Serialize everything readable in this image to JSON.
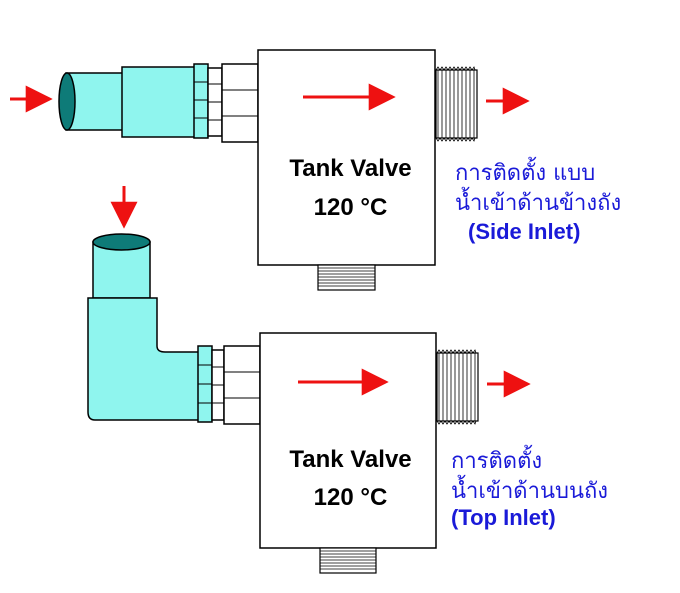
{
  "colors": {
    "pipe_fill": "#8ff5ee",
    "pipe_end_fill": "#0e7b78",
    "arrow": "#ee1111",
    "note_text": "#1a1ad8",
    "outline": "#000000",
    "valve_fill": "#ffffff"
  },
  "diagram": {
    "side": {
      "valve_title": "Tank Valve",
      "valve_temp": "120 °C",
      "note_line1": "การติดตั้ง แบบ",
      "note_line2": "น้ำเข้าด้านข้างถัง",
      "note_line3": "(Side Inlet)"
    },
    "top": {
      "valve_title": "Tank Valve",
      "valve_temp": "120 °C",
      "note_line1": "การติดตั้ง",
      "note_line2": "น้ำเข้าด้านบนถัง",
      "note_line3": "(Top Inlet)"
    }
  }
}
